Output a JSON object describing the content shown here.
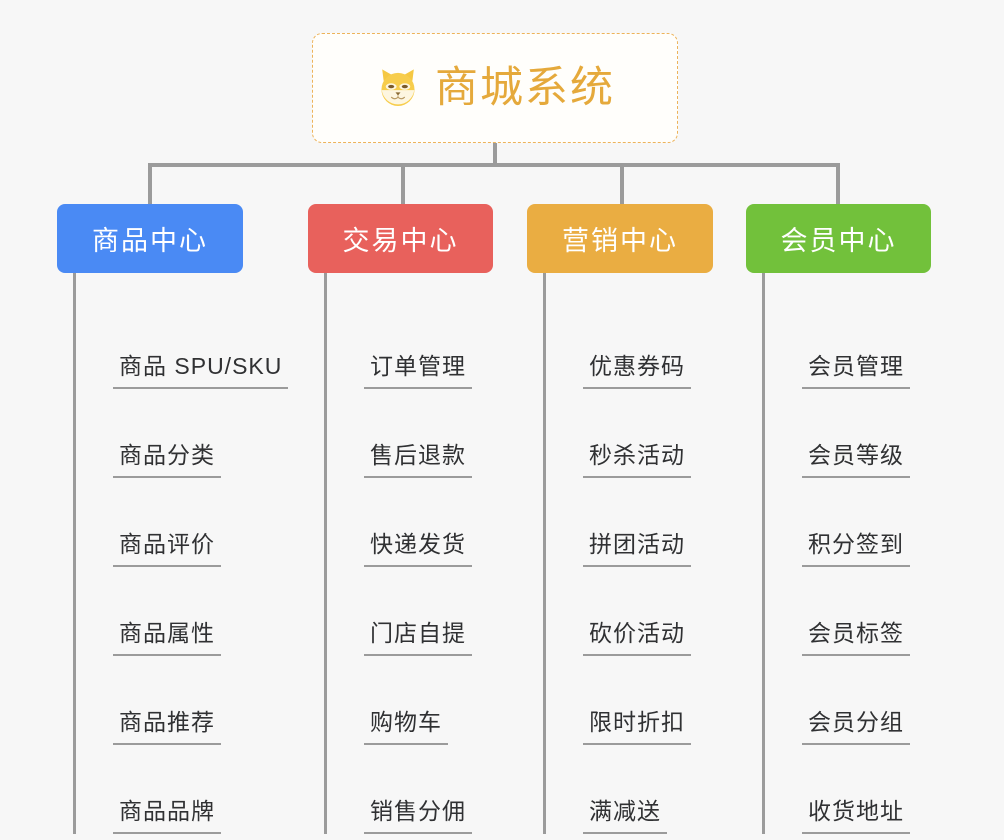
{
  "root": {
    "title": "商城系统",
    "icon": "shiba-dog-face-icon",
    "border_color": "#edb35a",
    "text_color": "#e5a93b",
    "background": "#fffefb"
  },
  "canvas": {
    "background": "#f7f7f7",
    "connector_color": "#9b9b9b"
  },
  "columns": [
    {
      "label": "商品中心",
      "color": "#4a8af4",
      "items": [
        "商品 SPU/SKU",
        "商品分类",
        "商品评价",
        "商品属性",
        "商品推荐",
        "商品品牌"
      ]
    },
    {
      "label": "交易中心",
      "color": "#e8615c",
      "items": [
        "订单管理",
        "售后退款",
        "快递发货",
        "门店自提",
        "购物车",
        "销售分佣"
      ]
    },
    {
      "label": "营销中心",
      "color": "#eaad42",
      "items": [
        "优惠券码",
        "秒杀活动",
        "拼团活动",
        "砍价活动",
        "限时折扣",
        "满减送"
      ]
    },
    {
      "label": "会员中心",
      "color": "#72c13b",
      "items": [
        "会员管理",
        "会员等级",
        "积分签到",
        "会员标签",
        "会员分组",
        "收货地址"
      ]
    }
  ]
}
